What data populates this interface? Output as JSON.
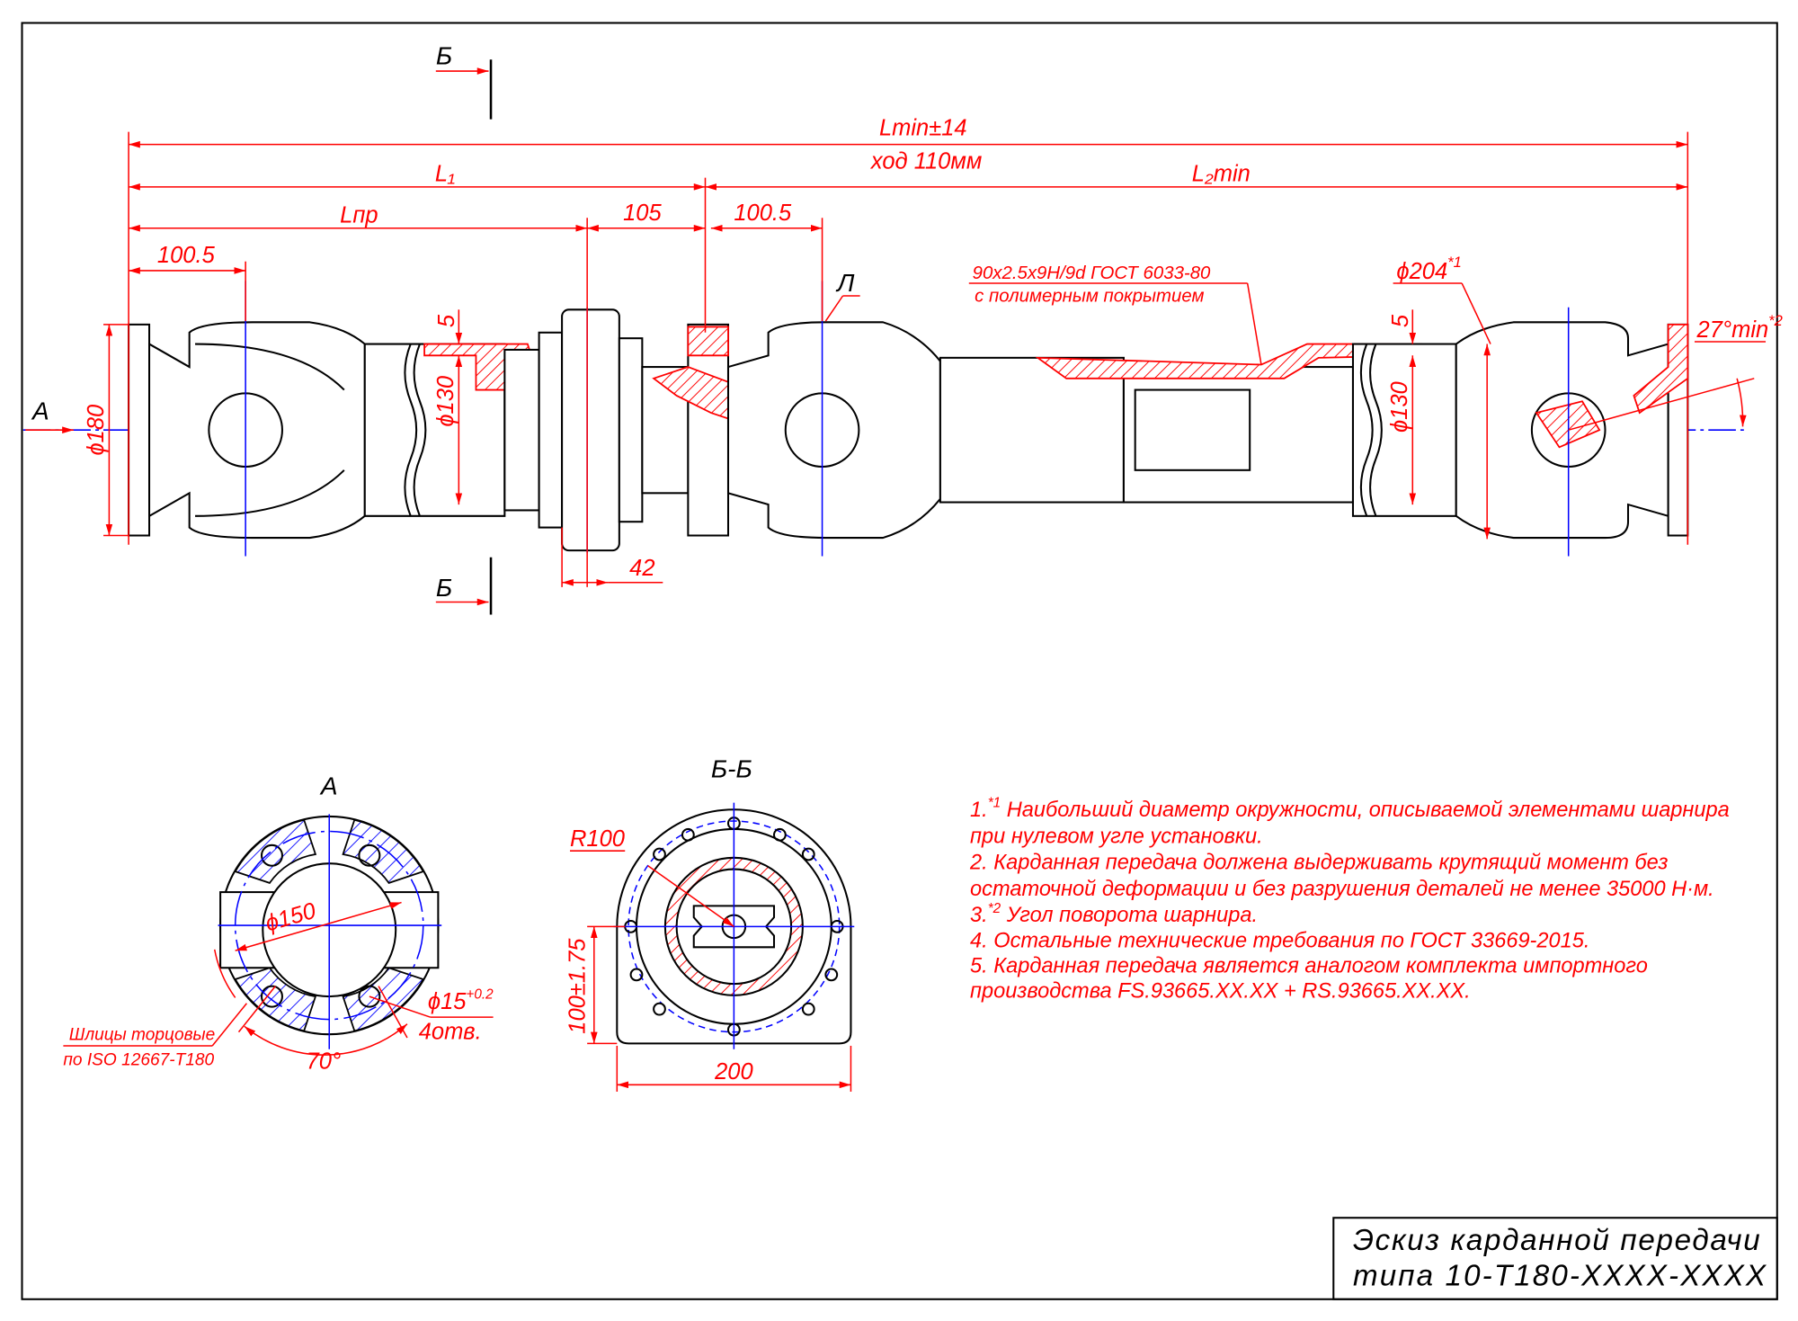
{
  "dimensions": {
    "lmin": "Lmin±14",
    "stroke": "ход 110мм",
    "l1": "L₁",
    "l2min": "L₂min",
    "lpr": "Lпр",
    "d105": "105",
    "d100_5_right": "100.5",
    "d100_5_left": "100.5",
    "d42": "42",
    "dia180": "ϕ180",
    "dia130_left": "ϕ130",
    "dia130_right": "ϕ130",
    "five_left": "5",
    "five_right": "5",
    "dia204": "ϕ204",
    "dia204_note": "*1",
    "angle27": "27°min",
    "angle27_note": "*2"
  },
  "labels": {
    "section_b_top": "Б",
    "section_b_bottom": "Б",
    "view_a_arrow": "А",
    "view_l": "Л",
    "spline_spec": "90x2.5x9H/9d ГОСТ 6033-80",
    "spline_coating": "с полимерным покрытием"
  },
  "view_a": {
    "title": "А",
    "dia150": "ϕ150",
    "hole_dia": "ϕ15",
    "hole_tol": "+0.2",
    "hole_count": "4отв.",
    "angle": "70°",
    "splines_line1": "Шлицы торцовые",
    "splines_line2": "по ISO 12667-T180"
  },
  "section_bb": {
    "title": "Б-Б",
    "radius": "R100",
    "height": "100±1.75",
    "width": "200"
  },
  "notes": [
    {
      "num": "1.",
      "sup": "*1",
      "text": " Наибольший диаметр окружности, описываемой элементами шарнира"
    },
    {
      "num": "",
      "sup": "",
      "text": "при нулевом угле установки."
    },
    {
      "num": "2.",
      "sup": "",
      "text": " Карданная передача должена выдерживать крутящий момент без"
    },
    {
      "num": "",
      "sup": "",
      "text": "остаточной деформации и без разрушения деталей не менее 35000 Н·м."
    },
    {
      "num": "3.",
      "sup": "*2",
      "text": " Угол поворота шарнира."
    },
    {
      "num": "4.",
      "sup": "",
      "text": " Остальные технические требования по ГОСТ 33669-2015."
    },
    {
      "num": "5.",
      "sup": "",
      "text": " Карданная передача является аналогом комплекта импортного"
    },
    {
      "num": "",
      "sup": "",
      "text": "производства FS.93665.XX.XX + RS.93665.XX.XX."
    }
  ],
  "title_block": {
    "line1": "Эскиз карданной передачи",
    "line2": "типа 10-T180-XXXX-XXXX"
  },
  "colors": {
    "dimension": "#ff0000",
    "centerline": "#0000ff",
    "outline": "#000000"
  }
}
